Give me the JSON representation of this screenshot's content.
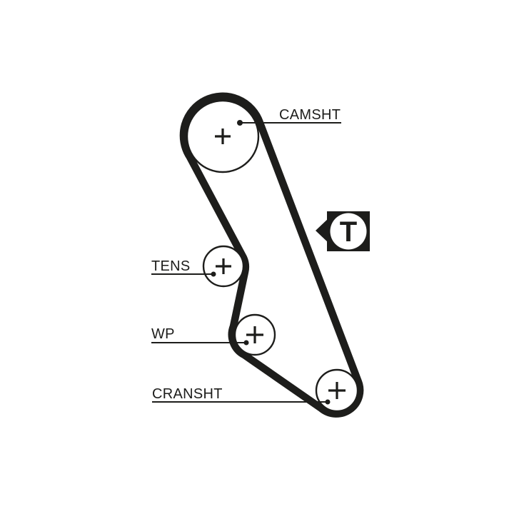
{
  "page": {
    "background_color": "#ffffff",
    "ink_color": "#1d1d1b"
  },
  "diagram": {
    "kind": "timing-belt-routing-diagram",
    "components": {
      "camshaft": {
        "label": "CAMSHT"
      },
      "tensioner": {
        "label": "TENS"
      },
      "water_pump": {
        "label": "WP"
      },
      "crankshaft": {
        "label": "CRANSHT"
      }
    },
    "marker": {
      "symbol": "T"
    }
  }
}
